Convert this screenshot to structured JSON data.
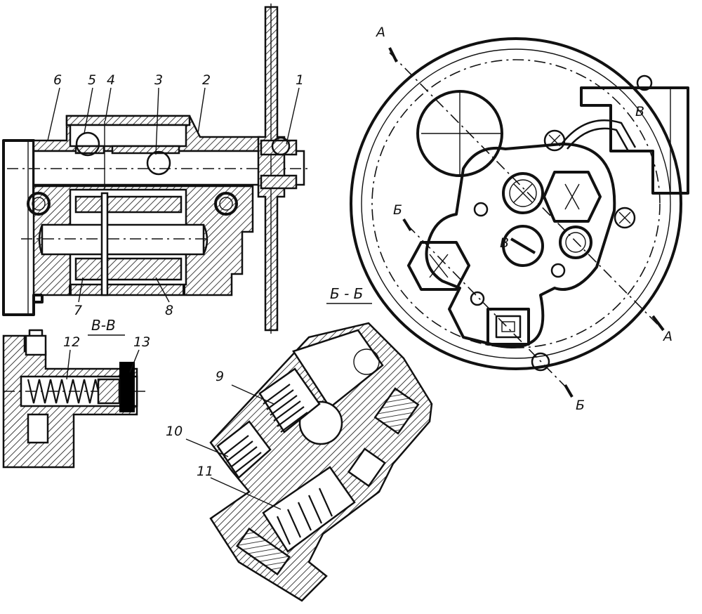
{
  "labels": {
    "part_1": "1",
    "part_2": "2",
    "part_3": "3",
    "part_4": "4",
    "part_5": "5",
    "part_6": "6",
    "part_7": "7",
    "part_8": "8",
    "part_9": "9",
    "part_10": "10",
    "part_11": "11",
    "part_12": "12",
    "part_13": "13"
  },
  "section_titles": {
    "section_bb": "Б - Б",
    "section_vv": "В-В"
  },
  "section_markers": {
    "a_top": "А",
    "a_bottom": "А",
    "b_left": "Б",
    "b_bottom": "Б",
    "v_right": "В",
    "v_center": "В"
  }
}
